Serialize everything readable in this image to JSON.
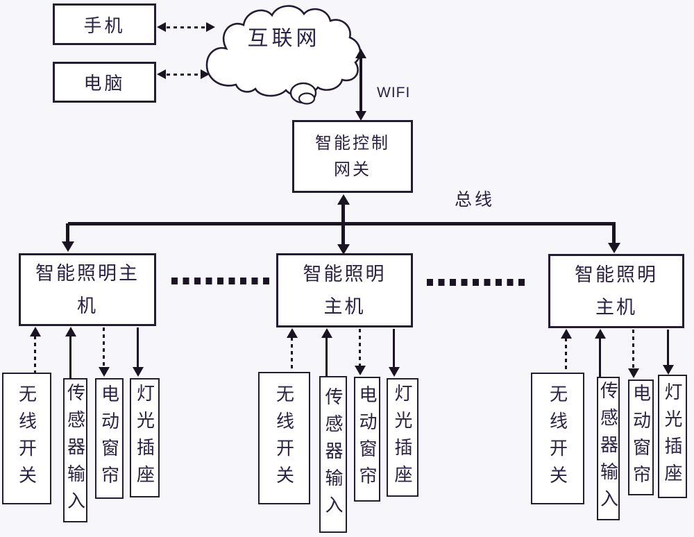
{
  "colors": {
    "background": "#f7f6fa",
    "line": "#1a1322",
    "text": "#2b2144",
    "box_fill": "#ffffff"
  },
  "top": {
    "phone_label": "手机",
    "computer_label": "电脑",
    "internet_label": "互联网",
    "wifi_label": "WIFI"
  },
  "gateway": {
    "line1": "智能控制",
    "line2": "网关"
  },
  "bus_label": "总线",
  "hosts": [
    {
      "label": "智能照明主机",
      "children": [
        "无线开关",
        "传感器输入",
        "电动窗帘",
        "灯光插座"
      ]
    },
    {
      "label": "智能照明主机",
      "children": [
        "无线开关",
        "传感器输入",
        "电动窗帘",
        "灯光插座"
      ]
    },
    {
      "label": "智能照明主机",
      "children": [
        "无线开关",
        "传感器输入",
        "电动窗帘",
        "灯光插座"
      ]
    }
  ]
}
